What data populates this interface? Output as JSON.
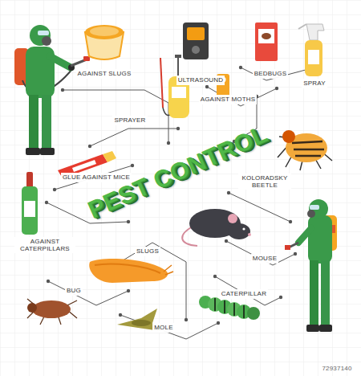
{
  "diagram": {
    "title": "PEST CONTROL",
    "labels": [
      "AGAINST SLUGS",
      "ULTRASOUND",
      "BEDBUGS",
      "SPRAY",
      "SPRAYER",
      "AGAINST MOTHS",
      "GLUE AGAINST MICE",
      "KOLORADSKY BEETLE",
      "AGAINST CATERPILLARS",
      "MOUSE",
      "SLUGS",
      "CATERPILLAR",
      "BUG",
      "MOLE",
      "72937140"
    ]
  }
}
